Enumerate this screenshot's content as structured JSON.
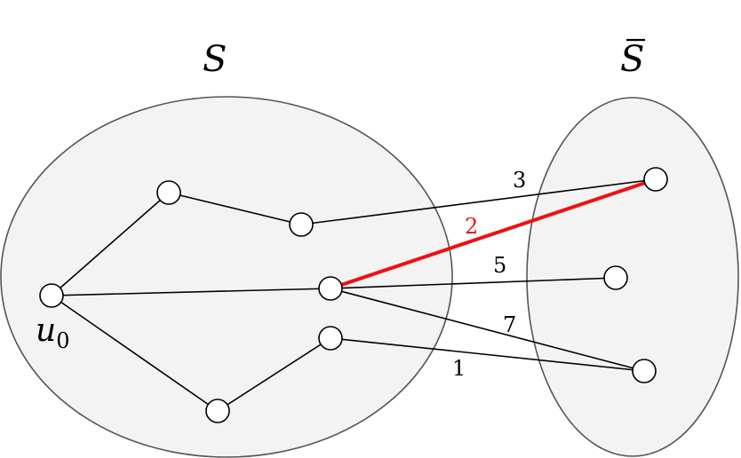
{
  "labels": {
    "set_s": "S",
    "set_s_bar": "S",
    "s_bar_mark": "¯",
    "node_u0_base": "u",
    "node_u0_sub": "0"
  },
  "edge_weights": {
    "w3": "3",
    "w2": "2",
    "w5": "5",
    "w7": "7",
    "w1": "1"
  },
  "colors": {
    "highlight": "#ee1111",
    "set_fill": "#f3f3f3",
    "set_stroke": "#555555"
  }
}
